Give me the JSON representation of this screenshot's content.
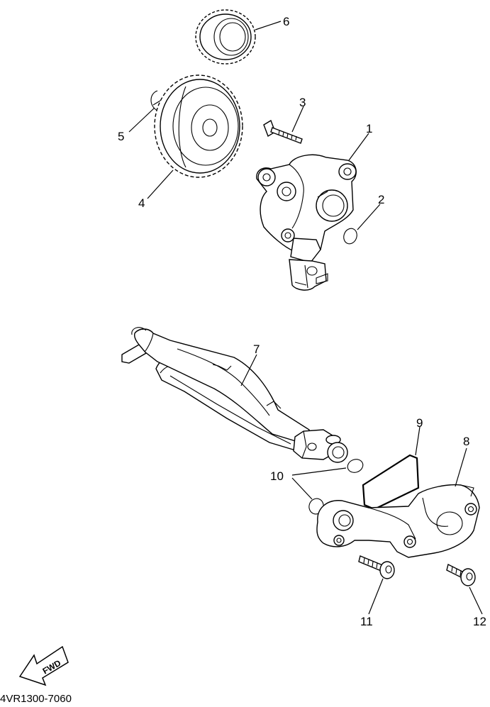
{
  "diagram": {
    "callouts": [
      {
        "id": "1",
        "text": "1"
      },
      {
        "id": "2",
        "text": "2"
      },
      {
        "id": "3",
        "text": "3"
      },
      {
        "id": "4",
        "text": "4"
      },
      {
        "id": "5",
        "text": "5"
      },
      {
        "id": "6",
        "text": "6"
      },
      {
        "id": "7",
        "text": "7"
      },
      {
        "id": "8",
        "text": "8"
      },
      {
        "id": "9",
        "text": "9"
      },
      {
        "id": "10",
        "text": "10"
      },
      {
        "id": "11",
        "text": "11"
      },
      {
        "id": "12",
        "text": "12"
      }
    ],
    "direction_badge": "FWD",
    "figure_code": "4VR1300-7060"
  }
}
